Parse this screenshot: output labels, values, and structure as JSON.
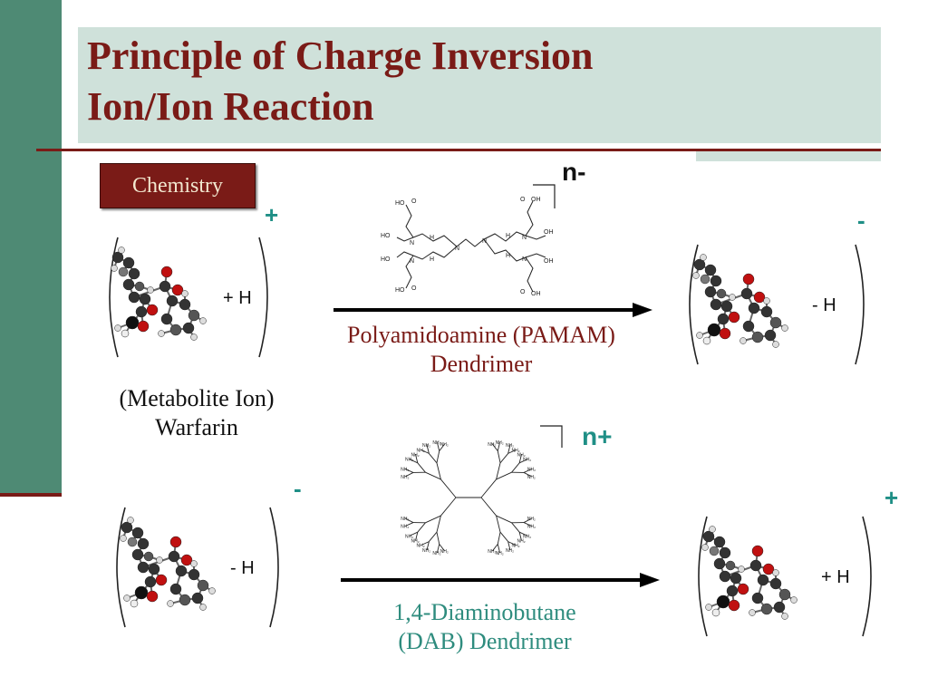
{
  "title": {
    "line1": "Principle of Charge Inversion",
    "line2": "Ion/Ion Reaction"
  },
  "chemistry_button": "Chemistry",
  "reaction1": {
    "reactant_charge": "+",
    "reactant_modifier": "+ H",
    "reactant_caption_line1": "(Metabolite Ion)",
    "reactant_caption_line2": "Warfarin",
    "dendrimer_charge": "n-",
    "reagent_line1": "Polyamidoamine (PAMAM)",
    "reagent_line2": "Dendrimer",
    "product_charge": "-",
    "product_modifier": "- H"
  },
  "reaction2": {
    "reactant_charge": "-",
    "reactant_modifier": "- H",
    "dendrimer_charge": "n+",
    "reagent_line1": "1,4-Diaminobutane",
    "reagent_line2": "(DAB) Dendrimer",
    "product_charge": "+",
    "product_modifier": "+ H"
  },
  "colors": {
    "sidebar": "#4e8a74",
    "title_bg": "#cfe1da",
    "title_text": "#7a1b17",
    "charge": "#1f8f86",
    "caption_teal": "#2e8c7e"
  },
  "icons": [
    "warfarin-molecule-icon",
    "pamam-dendrimer-icon",
    "dab-dendrimer-icon",
    "reaction-arrow-icon"
  ]
}
